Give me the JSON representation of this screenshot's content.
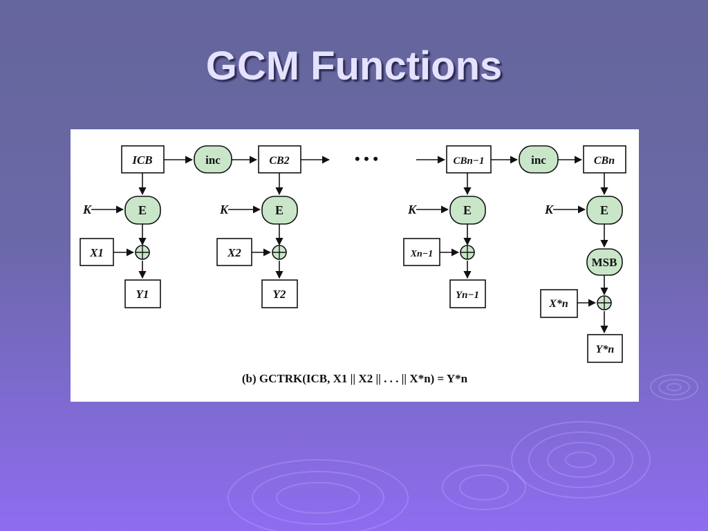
{
  "slide": {
    "title": "GCM Functions"
  },
  "diagram": {
    "colors": {
      "block_fill": "#c9e6c9",
      "stroke": "#111111",
      "background": "#ffffff"
    },
    "top_row": [
      "ICB",
      "inc",
      "CB2",
      "• • •",
      "CBn−1",
      "inc",
      "CBn"
    ],
    "encrypt_label": "E",
    "key_label": "K",
    "msb_label": "MSB",
    "inputs": [
      "X1",
      "X2",
      "Xn−1",
      "X*n"
    ],
    "outputs": [
      "Y1",
      "Y2",
      "Yn−1",
      "Y*n"
    ],
    "caption": "(b) GCTRK(ICB, X1 || X2 || . . . || X*n) = Y*n"
  }
}
